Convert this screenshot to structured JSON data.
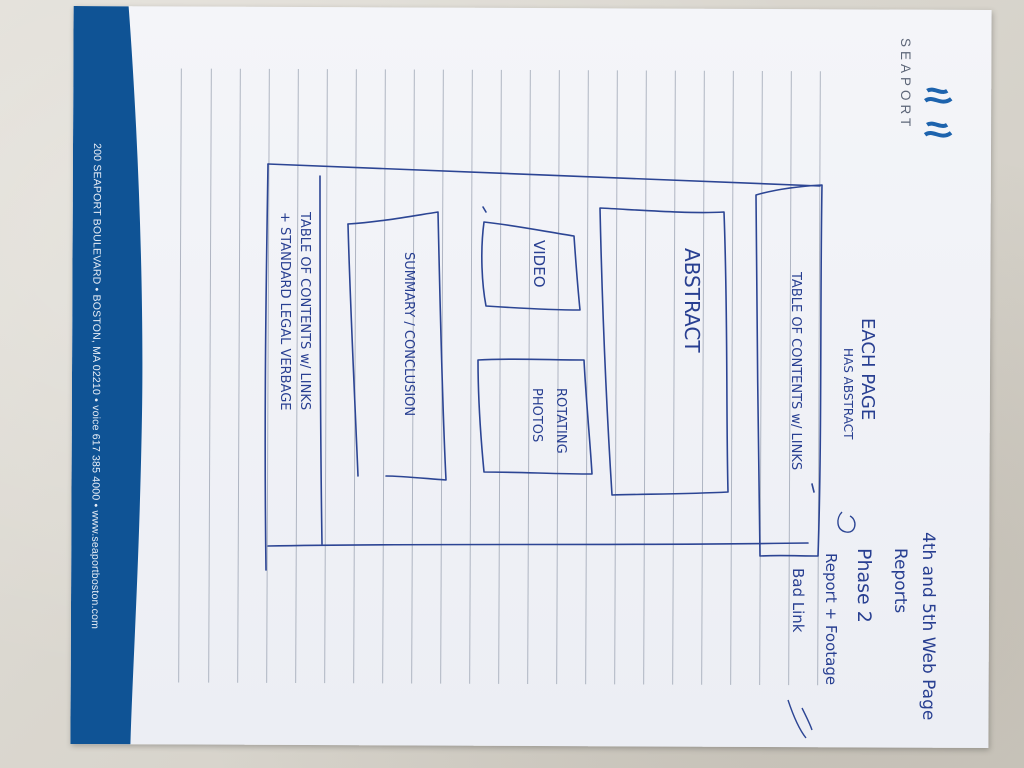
{
  "letterhead": {
    "brand": "SEAPORT",
    "footer": "200 SEAPORT BOULEVARD • BOSTON, MA 02210 • voice 617 385 4000 • www.seaportboston.com",
    "colors": {
      "band": "#0f5395",
      "ink": "#283f91",
      "rules": "#9aa3b3"
    }
  },
  "notes": {
    "top_heading": "4th and 5th Web Page",
    "reports": "Reports",
    "phase": "Phase 2",
    "report_footage": "Report + Footage",
    "bad_link": "Bad Link",
    "each_page": "EACH PAGE",
    "has_abstract": "HAS ABSTRACT"
  },
  "wireframe": {
    "toc_top": "TABLE OF CONTENTS w/ LINKS",
    "abstract": "ABSTRACT",
    "video": "VIDEO",
    "rotating_photos": "ROTATING PHOTOS",
    "summary": "SUMMARY / CONCLUSION",
    "toc_bottom_line1": "TABLE OF CONTENTS w/ LINKS",
    "toc_bottom_line2": "+ STANDARD LEGAL VERBAGE"
  }
}
